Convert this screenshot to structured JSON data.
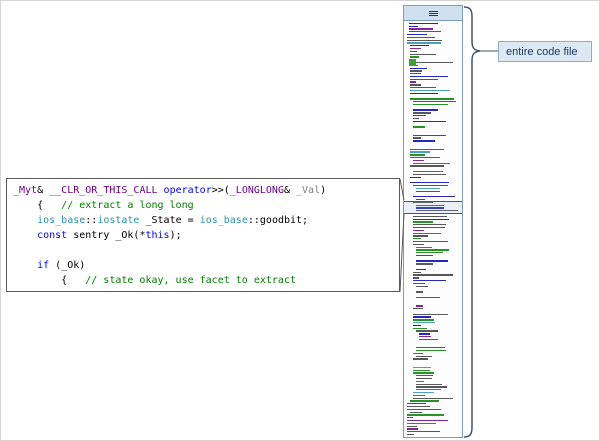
{
  "figure": {
    "label": "entire code file"
  },
  "palette": {
    "keyword": "#0000ff",
    "comment": "#008000",
    "macro": "#6f008a",
    "type": "#2b91af",
    "param": "#808080",
    "plain": "#000000",
    "brace_color": "#44546a",
    "connector_color": "#5a5a5a",
    "label_bg": "#dce9f5",
    "label_border": "#8faecb",
    "label_text": "#1f3864",
    "minimap_border": "#7f9db9",
    "minimap_header_bg": "#cfe0f0",
    "green_marker": "#3da535"
  },
  "code_box": {
    "lines": [
      [
        {
          "t": "_Myt",
          "c": "macro"
        },
        {
          "t": "& ",
          "c": "plain"
        },
        {
          "t": "__CLR_OR_THIS_CALL",
          "c": "macro"
        },
        {
          "t": " ",
          "c": "plain"
        },
        {
          "t": "operator",
          "c": "keyword"
        },
        {
          "t": ">>(",
          "c": "plain"
        },
        {
          "t": "_LONGLONG",
          "c": "macro"
        },
        {
          "t": "& ",
          "c": "plain"
        },
        {
          "t": "_Val",
          "c": "param"
        },
        {
          "t": ")",
          "c": "plain"
        }
      ],
      [
        {
          "t": "    {   ",
          "c": "plain"
        },
        {
          "t": "// extract a long long",
          "c": "comment"
        }
      ],
      [
        {
          "t": "    ",
          "c": "plain"
        },
        {
          "t": "ios_base",
          "c": "type"
        },
        {
          "t": "::",
          "c": "plain"
        },
        {
          "t": "iostate",
          "c": "type"
        },
        {
          "t": " _State = ",
          "c": "plain"
        },
        {
          "t": "ios_base",
          "c": "type"
        },
        {
          "t": "::",
          "c": "plain"
        },
        {
          "t": "goodbit;",
          "c": "plain"
        }
      ],
      [
        {
          "t": "    ",
          "c": "plain"
        },
        {
          "t": "const",
          "c": "keyword"
        },
        {
          "t": " sentry _Ok(*",
          "c": "plain"
        },
        {
          "t": "this",
          "c": "keyword"
        },
        {
          "t": ");",
          "c": "plain"
        }
      ],
      [],
      [
        {
          "t": "    ",
          "c": "plain"
        },
        {
          "t": "if",
          "c": "keyword"
        },
        {
          "t": " (_Ok)",
          "c": "plain"
        }
      ],
      [
        {
          "t": "        {   ",
          "c": "plain"
        },
        {
          "t": "// state okay, use facet to extract",
          "c": "comment"
        }
      ]
    ]
  },
  "minimap": {
    "seed": 11,
    "rows": 148,
    "blank_probability": 0.12,
    "line_colors": [
      [
        "#3b3b3b",
        0.48
      ],
      [
        "#0000bb",
        0.16
      ],
      [
        "#008000",
        0.17
      ],
      [
        "#6f008a",
        0.11
      ],
      [
        "#2b91af",
        0.08
      ]
    ]
  }
}
